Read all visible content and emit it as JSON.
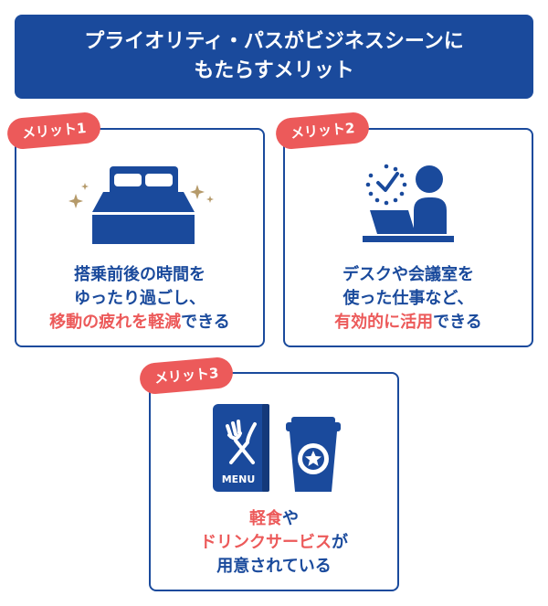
{
  "header": {
    "line1": "プライオリティ・パスがビジネスシーンに",
    "line2": "もたらすメリット"
  },
  "colors": {
    "navy": "#1a4a9c",
    "accent": "#ec5a5a",
    "sparkle": "#b59a6a"
  },
  "cards": [
    {
      "badge": "メリット1",
      "icon": "bed-icon",
      "lines": [
        "搭乗前後の時間を",
        "ゆったり過ごし、"
      ],
      "line3_highlight": "移動の疲れを軽減",
      "line3_rest": "できる"
    },
    {
      "badge": "メリット2",
      "icon": "laptop-worker-icon",
      "lines": [
        "デスクや会議室を",
        "使った仕事など、"
      ],
      "line3_highlight": "有効的に活用",
      "line3_rest": "できる"
    },
    {
      "badge": "メリット3",
      "icon": "menu-and-coffee-icon",
      "menu_label": "MENU",
      "line1_highlight": "軽食",
      "line1_rest": "や",
      "line2_highlight": "ドリンクサービス",
      "line2_rest": "が",
      "line3": "用意されている"
    }
  ]
}
